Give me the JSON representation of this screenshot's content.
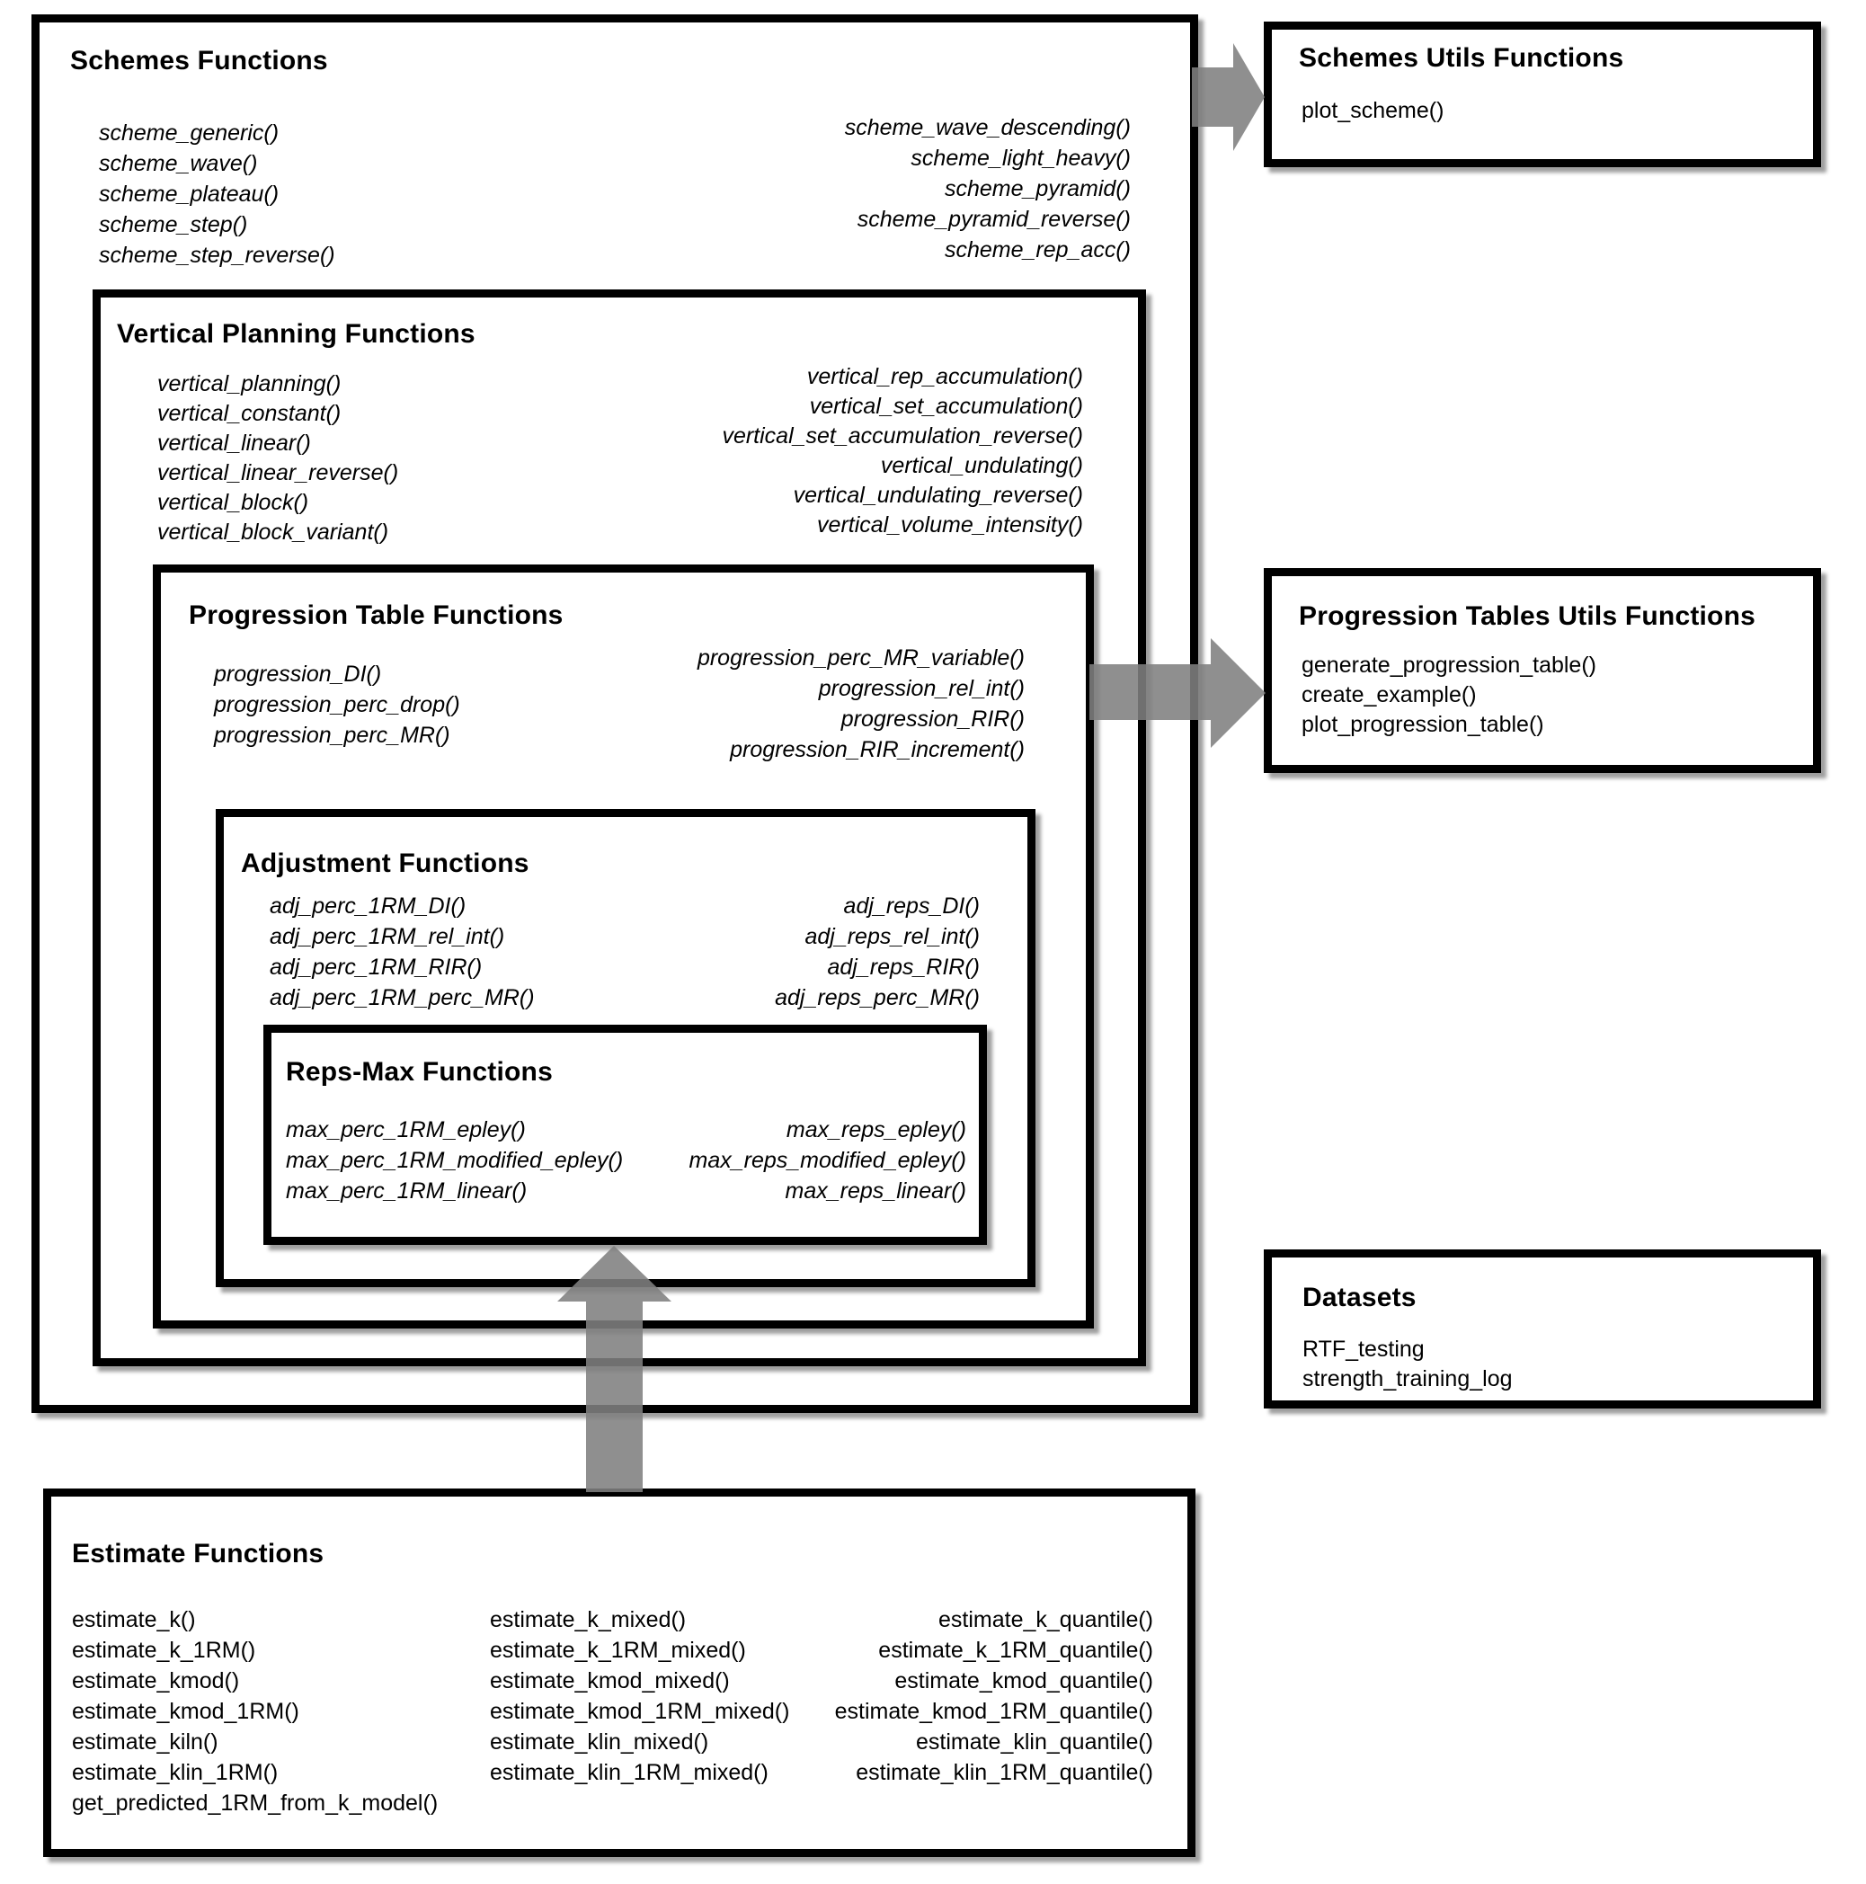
{
  "page": {
    "background": "#ffffff",
    "border_color": "#000000",
    "arrow_color": "#808080"
  },
  "boxes": {
    "schemes": {
      "title": "Schemes Functions",
      "functions_left": [
        "scheme_generic()",
        "scheme_wave()",
        "scheme_plateau()",
        "scheme_step()",
        "scheme_step_reverse()"
      ],
      "functions_right": [
        "scheme_wave_descending()",
        "scheme_light_heavy()",
        "scheme_pyramid()",
        "scheme_pyramid_reverse()",
        "scheme_rep_acc()"
      ]
    },
    "vertical_planning": {
      "title": "Vertical Planning Functions",
      "functions_left": [
        "vertical_planning()",
        "vertical_constant()",
        "vertical_linear()",
        "vertical_linear_reverse()",
        "vertical_block()",
        "vertical_block_variant()"
      ],
      "functions_right": [
        "vertical_rep_accumulation()",
        "vertical_set_accumulation()",
        "vertical_set_accumulation_reverse()",
        "vertical_undulating()",
        "vertical_undulating_reverse()",
        "vertical_volume_intensity()"
      ]
    },
    "progression_table": {
      "title": "Progression Table Functions",
      "functions_left": [
        "progression_DI()",
        "progression_perc_drop()",
        "progression_perc_MR()"
      ],
      "functions_right": [
        "progression_perc_MR_variable()",
        "progression_rel_int()",
        "progression_RIR()",
        "progression_RIR_increment()"
      ]
    },
    "adjustment": {
      "title": "Adjustment Functions",
      "functions_left": [
        "adj_perc_1RM_DI()",
        "adj_perc_1RM_rel_int()",
        "adj_perc_1RM_RIR()",
        "adj_perc_1RM_perc_MR()"
      ],
      "functions_right": [
        "adj_reps_DI()",
        "adj_reps_rel_int()",
        "adj_reps_RIR()",
        "adj_reps_perc_MR()"
      ]
    },
    "reps_max": {
      "title": "Reps-Max Functions",
      "functions_left": [
        "max_perc_1RM_epley()",
        "max_perc_1RM_modified_epley()",
        "max_perc_1RM_linear()"
      ],
      "functions_right": [
        "max_reps_epley()",
        "max_reps_modified_epley()",
        "max_reps_linear()"
      ]
    },
    "schemes_utils": {
      "title": "Schemes Utils Functions",
      "functions": [
        "plot_scheme()"
      ]
    },
    "progression_tables_utils": {
      "title": "Progression Tables Utils Functions",
      "functions": [
        "generate_progression_table()",
        "create_example()",
        "plot_progression_table()"
      ]
    },
    "datasets": {
      "title": "Datasets",
      "items": [
        "RTF_testing",
        "strength_training_log"
      ]
    },
    "estimate": {
      "title": "Estimate Functions",
      "functions_col1": [
        "estimate_k()",
        "estimate_k_1RM()",
        "estimate_kmod()",
        "estimate_kmod_1RM()",
        "estimate_kiln()",
        "estimate_klin_1RM()",
        "get_predicted_1RM_from_k_model()"
      ],
      "functions_col2": [
        "estimate_k_mixed()",
        "estimate_k_1RM_mixed()",
        "estimate_kmod_mixed()",
        "estimate_kmod_1RM_mixed()",
        "estimate_klin_mixed()",
        "estimate_klin_1RM_mixed()"
      ],
      "functions_col3": [
        "estimate_k_quantile()",
        "estimate_k_1RM_quantile()",
        "estimate_kmod_quantile()",
        "estimate_kmod_1RM_quantile()",
        "estimate_klin_quantile()",
        "estimate_klin_1RM_quantile()"
      ]
    }
  },
  "arrows": [
    {
      "id": "schemes-to-schemes-utils",
      "direction": "right"
    },
    {
      "id": "progression-table-to-progression-tables-utils",
      "direction": "right"
    },
    {
      "id": "estimate-to-reps-max",
      "direction": "up"
    }
  ]
}
